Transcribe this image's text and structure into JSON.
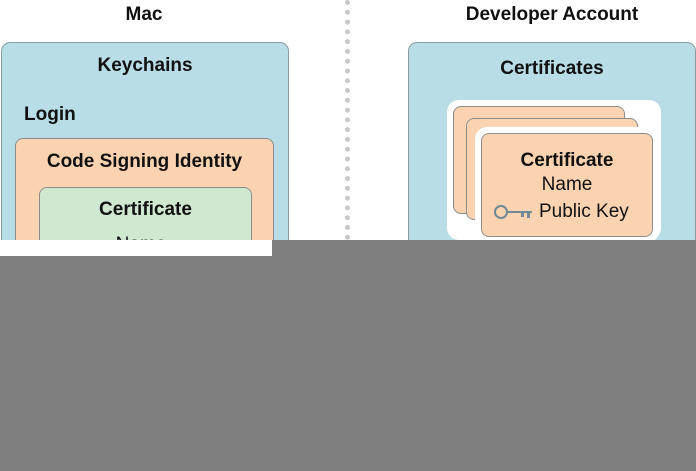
{
  "columns": {
    "mac": {
      "heading": "Mac"
    },
    "developer": {
      "heading": "Developer Account"
    }
  },
  "mac_panel": {
    "title": "Keychains",
    "login_label": "Login",
    "identity": {
      "title": "Code Signing Identity",
      "certificate": {
        "title": "Certificate",
        "name": "Name"
      }
    }
  },
  "dev_panel": {
    "title": "Certificates",
    "certificate": {
      "title": "Certificate",
      "name": "Name",
      "public_key": "Public Key",
      "key_icon": "key-icon"
    }
  },
  "colors": {
    "panel": "#b8dde6",
    "identity": "#fbd3b1",
    "certificate_green": "#cfe8cf",
    "overlay": "#7f7f7f"
  }
}
